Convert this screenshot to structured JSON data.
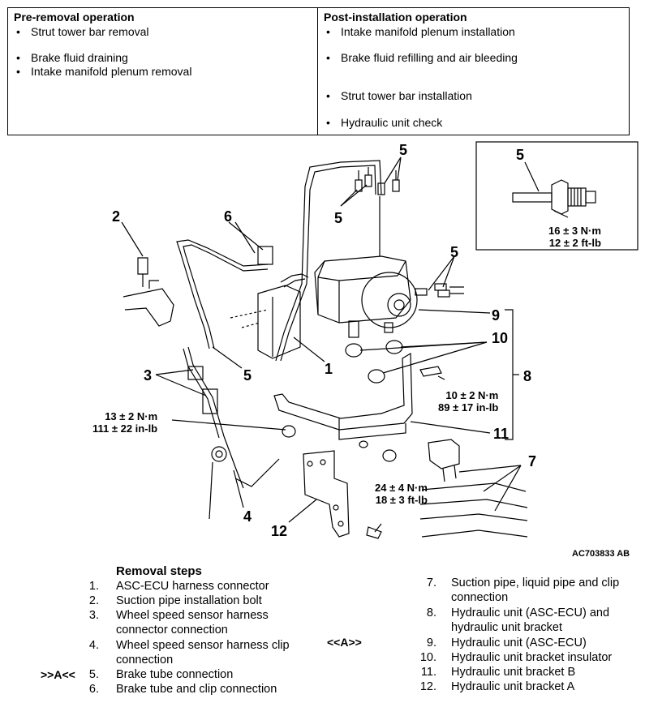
{
  "operations": {
    "pre_title": "Pre-removal operation",
    "pre_items": [
      "Strut tower bar removal",
      "Brake fluid draining",
      "Intake manifold plenum removal"
    ],
    "post_title": "Post-installation operation",
    "post_items": [
      "Intake manifold plenum installation",
      "Brake fluid refilling and air bleeding",
      "Strut tower bar installation",
      "Hydraulic unit check"
    ],
    "bullet": "•"
  },
  "diagram": {
    "callouts": {
      "c1": "1",
      "c2": "2",
      "c3": "3",
      "c4": "4",
      "c5a": "5",
      "c5b": "5",
      "c5c": "5",
      "c5d": "5",
      "c5e": "5",
      "c6": "6",
      "c7": "7",
      "c8": "8",
      "c9": "9",
      "c10": "10",
      "c11": "11",
      "c12": "12"
    },
    "torques": {
      "t1_nm": "13 ± 2 N·m",
      "t1_in": "111 ± 22 in-lb",
      "t2_nm": "10 ± 2 N·m",
      "t2_in": "89 ± 17 in-lb",
      "t3_nm": "24 ± 4 N·m",
      "t3_ft": "18 ± 3 ft-lb",
      "t4_nm": "16 ± 3 N·m",
      "t4_ft": "12 ± 2 ft-lb"
    },
    "figure_code": "AC703833 AB"
  },
  "removal": {
    "title": "Removal steps",
    "steps_left": [
      {
        "num": "1.",
        "text": "ASC-ECU harness connector"
      },
      {
        "num": "2.",
        "text": "Suction pipe installation bolt"
      },
      {
        "num": "3.",
        "text": "Wheel speed sensor harness"
      },
      {
        "num": "",
        "text": "connector connection"
      },
      {
        "num": "4.",
        "text": "Wheel speed sensor harness clip"
      },
      {
        "num": "",
        "text": "connection"
      },
      {
        "num": "5.",
        "text": "Brake tube connection"
      },
      {
        "num": "6.",
        "text": "Brake tube and clip connection"
      }
    ],
    "steps_right": [
      {
        "num": "7.",
        "text": "Suction pipe, liquid pipe and clip"
      },
      {
        "num": "",
        "text": "connection"
      },
      {
        "num": "8.",
        "text": "Hydraulic unit (ASC-ECU) and"
      },
      {
        "num": "",
        "text": "hydraulic unit bracket"
      },
      {
        "num": "9.",
        "text": "Hydraulic unit (ASC-ECU)"
      },
      {
        "num": "10.",
        "text": "Hydraulic unit bracket insulator"
      },
      {
        "num": "11.",
        "text": "Hydraulic unit bracket B"
      },
      {
        "num": "12.",
        "text": "Hydraulic unit bracket A"
      }
    ],
    "ref_a_left": ">>A<<",
    "ref_a_right": "<<A>>"
  }
}
